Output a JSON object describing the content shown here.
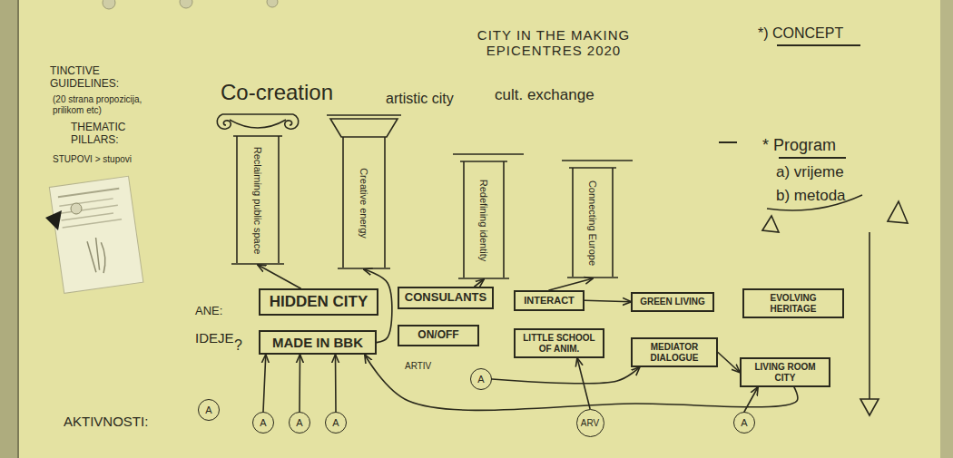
{
  "diagram": {
    "title": "CITY IN THE MAKING EPICENTRES 2020",
    "nodes": [
      {
        "text": [
          "Reclaiming public space"
        ]
      },
      {
        "text": [
          "Creative energy"
        ]
      },
      {
        "text": [
          "Redefining identity"
        ]
      },
      {
        "text": [
          "Connecting Europe"
        ]
      },
      {
        "text": [
          "HIDDEN CITY"
        ]
      },
      {
        "text": [
          "CONSULANTS"
        ]
      },
      {
        "text": [
          "INTERACT"
        ]
      },
      {
        "text": [
          "GREEN LIVING"
        ]
      },
      {
        "text": [
          "EVOLVING HERITAGE"
        ]
      },
      {
        "text": [
          "MADE IN BBK"
        ]
      },
      {
        "text": [
          "ON/OFF"
        ]
      },
      {
        "text": [
          "LITTLE SCHOOL OF ANIM."
        ]
      },
      {
        "text": [
          "MEDIATOR DIALOGUE"
        ]
      },
      {
        "text": [
          "LIVING ROOM CITY"
        ]
      },
      {
        "text": [
          "A"
        ]
      },
      {
        "text": [
          "A"
        ]
      },
      {
        "text": [
          "A"
        ]
      },
      {
        "text": [
          "A"
        ]
      },
      {
        "text": [
          "A"
        ]
      },
      {
        "text": [
          "ARV"
        ]
      },
      {
        "text": [
          "A"
        ]
      }
    ],
    "edges": [
      {
        "from": 4,
        "to": 0,
        "arrow": "to"
      },
      {
        "from": 9,
        "to": 1,
        "arrow": "to"
      },
      {
        "from": 5,
        "to": 2,
        "arrow": "to"
      },
      {
        "from": 6,
        "to": 3,
        "arrow": "to"
      },
      {
        "from": 6,
        "to": 7,
        "arrow": "to"
      },
      {
        "from": 12,
        "to": 13,
        "arrow": "to"
      },
      {
        "from": 13,
        "to": 9,
        "arrow": "to"
      },
      {
        "from": 16,
        "to": 9,
        "arrow": "to"
      },
      {
        "from": 17,
        "to": 9,
        "arrow": "to"
      },
      {
        "from": 18,
        "to": 9,
        "arrow": "to"
      },
      {
        "from": 20,
        "to": 13,
        "arrow": "to"
      },
      {
        "from": 14,
        "to": 12,
        "arrow": "to"
      },
      {
        "from": 19,
        "to": 11,
        "arrow": "to"
      }
    ],
    "labels": [
      "*) CONCEPT",
      "TINCTIVE GUIDELINES:",
      "(20 strana propozicija, prilikom etc)",
      "THEMATIC PILLARS:",
      "STUPOVI > stupovi",
      "Co-creation",
      "artistic city",
      "cult. exchange",
      "* Program",
      "a) vrijeme",
      "b) metoda",
      "ANE:",
      "IDEJE",
      "?",
      "ARTIV",
      "AKTIVNOSTI:"
    ]
  }
}
